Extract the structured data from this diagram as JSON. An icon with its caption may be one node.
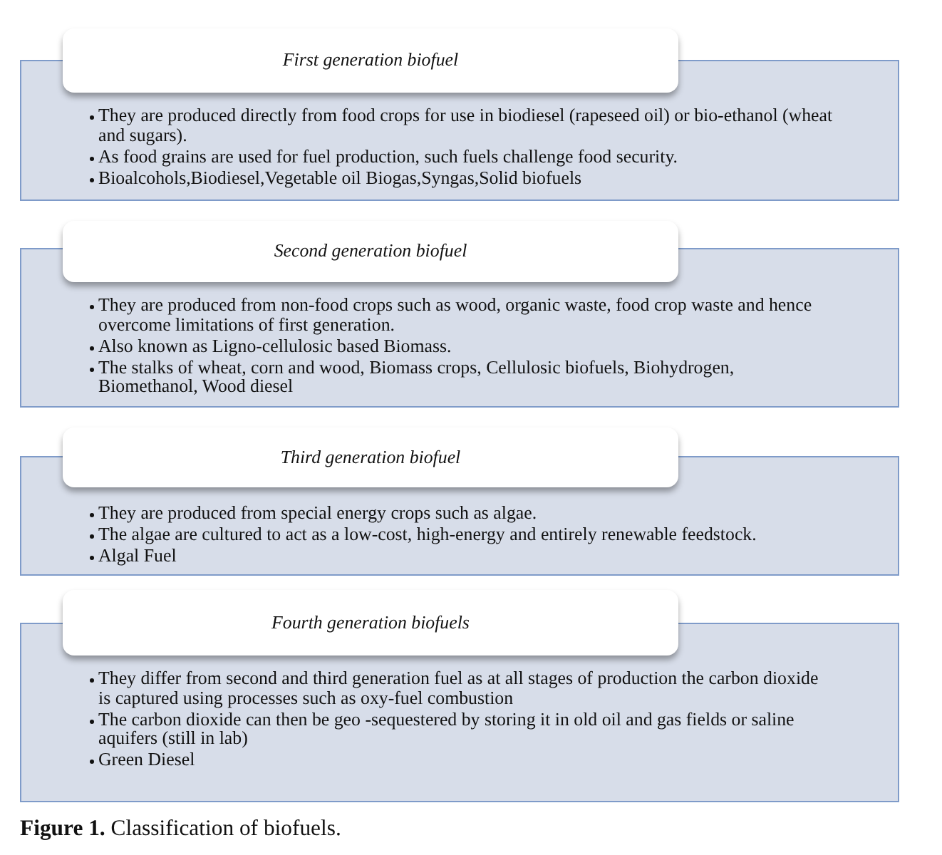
{
  "diagram": {
    "caption": "**Figure 1.** Classification of biofuels.",
    "nodes": [
      {
        "text": [
          "First generation biofuel"
        ]
      },
      {
        "text": [
          "They are produced directly from food crops for use in biodiesel (rapeseed oil) or bio-ethanol (wheat and sugars).",
          "As food grains are used for fuel production, such fuels challenge food security.",
          "Bioalcohols,Biodiesel,Vegetable oil Biogas,Syngas,Solid biofuels"
        ]
      },
      {
        "text": [
          "Second generation biofuel"
        ]
      },
      {
        "text": [
          "They are produced from non-food crops such as wood, organic waste, food crop waste and hence overcome limitations of first generation.",
          "Also known as Ligno-cellulosic based Biomass.",
          "The stalks of wheat, corn and wood, Biomass crops, Cellulosic biofuels, Biohydrogen, Biomethanol, Wood diesel"
        ]
      },
      {
        "text": [
          "Third generation biofuel"
        ]
      },
      {
        "text": [
          "They are produced from special energy crops such as algae.",
          "The algae are cultured to act as a low-cost, high-energy and entirely renewable feedstock.",
          "Algal Fuel"
        ]
      },
      {
        "text": [
          "Fourth generation biofuels"
        ]
      },
      {
        "text": [
          "They differ from second and third generation fuel as at all stages of production the carbon dioxide is captured using processes such as oxy-fuel combustion",
          "The carbon dioxide can then be geo -sequestered by storing it in old oil and gas fields or saline aquifers (still in lab)",
          "Green Diesel"
        ]
      }
    ]
  }
}
